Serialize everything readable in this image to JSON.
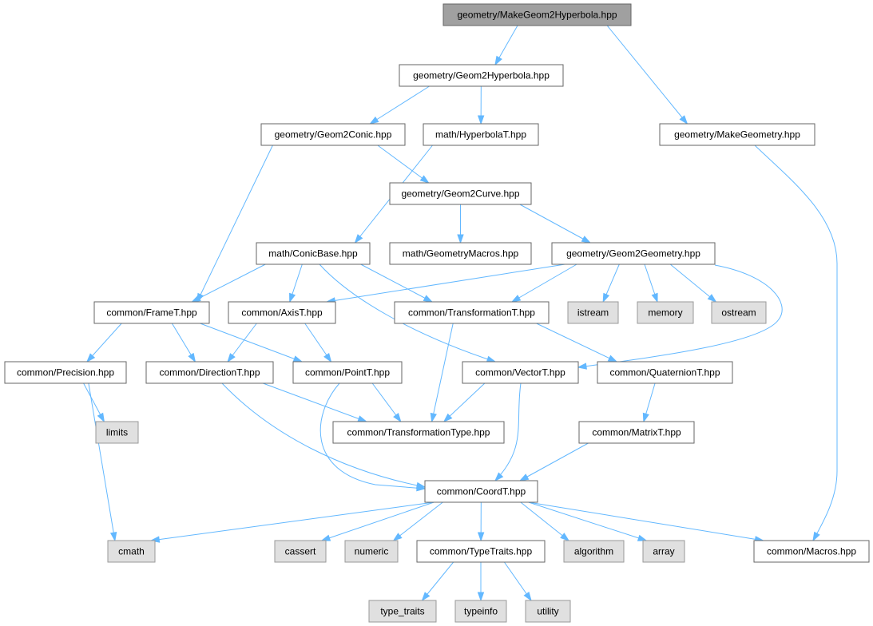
{
  "nodes": {
    "root": "geometry/MakeGeom2Hyperbola.hpp",
    "geom2hyperbola": "geometry/Geom2Hyperbola.hpp",
    "makegeometry": "geometry/MakeGeometry.hpp",
    "geom2conic": "geometry/Geom2Conic.hpp",
    "hyperbolat": "math/HyperbolaT.hpp",
    "geom2curve": "geometry/Geom2Curve.hpp",
    "conicbase": "math/ConicBase.hpp",
    "geometrymacros": "math/GeometryMacros.hpp",
    "geom2geometry": "geometry/Geom2Geometry.hpp",
    "framet": "common/FrameT.hpp",
    "axist": "common/AxisT.hpp",
    "transformationt": "common/TransformationT.hpp",
    "istream": "istream",
    "memory": "memory",
    "ostream": "ostream",
    "precision": "common/Precision.hpp",
    "directiont": "common/DirectionT.hpp",
    "pointt": "common/PointT.hpp",
    "vectort": "common/VectorT.hpp",
    "quaterniont": "common/QuaternionT.hpp",
    "limits": "limits",
    "transformationtype": "common/TransformationType.hpp",
    "matrixt": "common/MatrixT.hpp",
    "coordt": "common/CoordT.hpp",
    "cmath": "cmath",
    "cassert": "cassert",
    "numeric": "numeric",
    "typetraits": "common/TypeTraits.hpp",
    "algorithm": "algorithm",
    "array": "array",
    "macros": "common/Macros.hpp",
    "type_traits": "type_traits",
    "typeinfo": "typeinfo",
    "utility": "utility"
  },
  "edges": [
    [
      "root",
      "geom2hyperbola"
    ],
    [
      "root",
      "makegeometry"
    ],
    [
      "geom2hyperbola",
      "geom2conic"
    ],
    [
      "geom2hyperbola",
      "hyperbolat"
    ],
    [
      "makegeometry",
      "macros"
    ],
    [
      "geom2conic",
      "geom2curve"
    ],
    [
      "geom2conic",
      "framet"
    ],
    [
      "hyperbolat",
      "conicbase"
    ],
    [
      "geom2curve",
      "geometrymacros"
    ],
    [
      "geom2curve",
      "geom2geometry"
    ],
    [
      "conicbase",
      "framet"
    ],
    [
      "conicbase",
      "axist"
    ],
    [
      "conicbase",
      "transformationt"
    ],
    [
      "conicbase",
      "vectort"
    ],
    [
      "geom2geometry",
      "axist"
    ],
    [
      "geom2geometry",
      "transformationt"
    ],
    [
      "geom2geometry",
      "istream"
    ],
    [
      "geom2geometry",
      "memory"
    ],
    [
      "geom2geometry",
      "ostream"
    ],
    [
      "geom2geometry",
      "vectort"
    ],
    [
      "framet",
      "precision"
    ],
    [
      "framet",
      "directiont"
    ],
    [
      "framet",
      "pointt"
    ],
    [
      "axist",
      "directiont"
    ],
    [
      "axist",
      "pointt"
    ],
    [
      "transformationt",
      "transformationtype"
    ],
    [
      "transformationt",
      "quaterniont"
    ],
    [
      "precision",
      "limits"
    ],
    [
      "precision",
      "cmath"
    ],
    [
      "directiont",
      "transformationtype"
    ],
    [
      "directiont",
      "coordt"
    ],
    [
      "pointt",
      "transformationtype"
    ],
    [
      "pointt",
      "coordt"
    ],
    [
      "vectort",
      "transformationtype"
    ],
    [
      "vectort",
      "coordt"
    ],
    [
      "quaterniont",
      "matrixt"
    ],
    [
      "matrixt",
      "coordt"
    ],
    [
      "coordt",
      "cmath"
    ],
    [
      "coordt",
      "cassert"
    ],
    [
      "coordt",
      "numeric"
    ],
    [
      "coordt",
      "typetraits"
    ],
    [
      "coordt",
      "algorithm"
    ],
    [
      "coordt",
      "array"
    ],
    [
      "coordt",
      "macros"
    ],
    [
      "typetraits",
      "type_traits"
    ],
    [
      "typetraits",
      "typeinfo"
    ],
    [
      "typetraits",
      "utility"
    ]
  ]
}
